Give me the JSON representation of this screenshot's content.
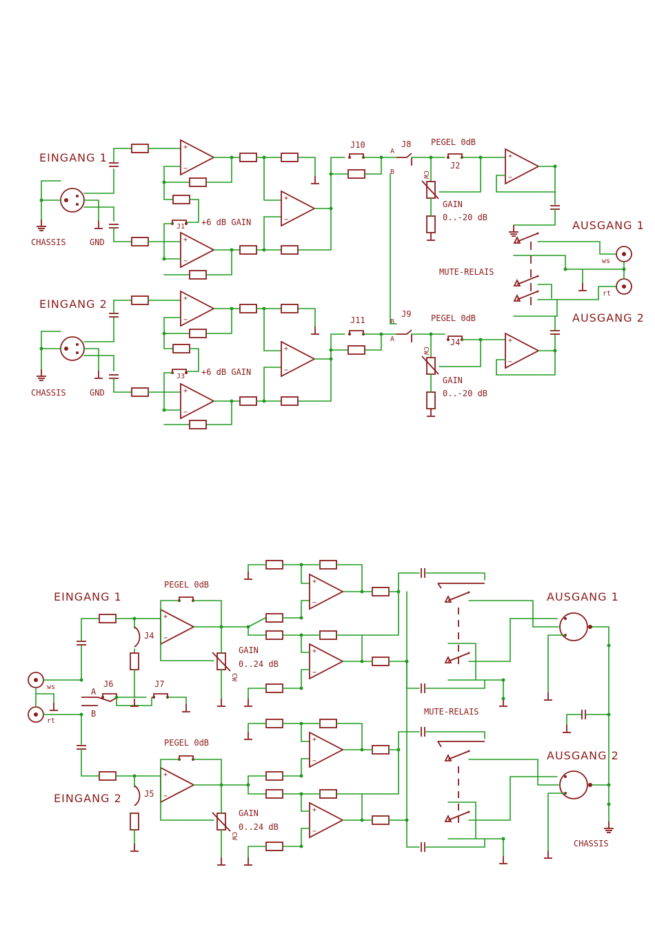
{
  "top": {
    "input1": "EINGANG 1",
    "input2": "EINGANG 2",
    "chassis": "CHASSIS",
    "gnd": "GND",
    "gain6": "+6 dB GAIN",
    "j1": "J1",
    "j3": "J3",
    "j10": "J10",
    "j11": "J11",
    "j8": "J8",
    "j9": "J9",
    "j2": "J2",
    "j4": "J4",
    "a": "A",
    "b": "B",
    "pegel": "PEGEL 0dB",
    "gain": "GAIN",
    "gain_range": "0..-20 dB",
    "cw": "CW",
    "mute": "MUTE-RELAIS",
    "output1": "AUSGANG 1",
    "output2": "AUSGANG 2",
    "ws": "ws",
    "rt": "rt"
  },
  "bottom": {
    "input1": "EINGANG 1",
    "input2": "EINGANG 2",
    "pegel": "PEGEL 0dB",
    "gain": "GAIN",
    "gain_range": "0..24 dB",
    "cw": "CW",
    "j4": "J4",
    "j5": "J5",
    "j6": "J6",
    "j7": "J7",
    "a": "A",
    "b": "B",
    "ws": "ws",
    "rt": "rt",
    "mute": "MUTE-RELAIS",
    "output1": "AUSGANG 1",
    "output2": "AUSGANG 2",
    "chassis": "CHASSIS"
  }
}
